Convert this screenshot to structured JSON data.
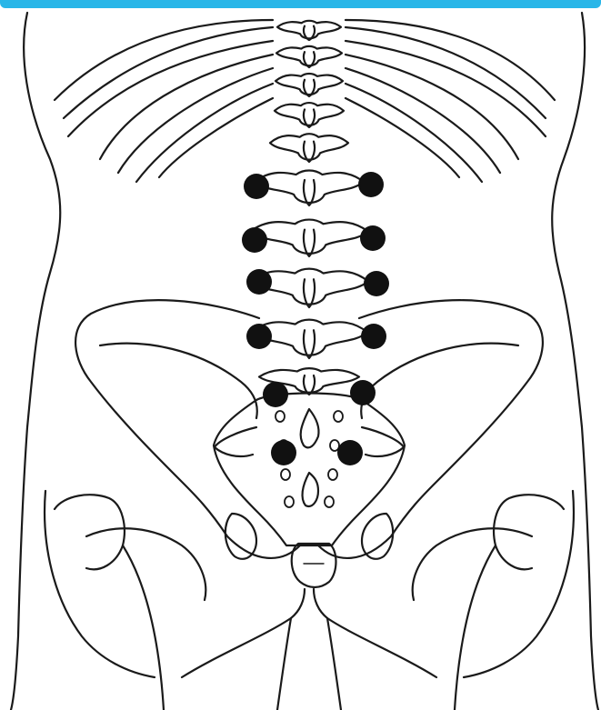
{
  "figure": {
    "border_color": "#29b6e8",
    "line_color": "#1a1a1a",
    "marker_color": "#111111",
    "background_color": "#ffffff"
  },
  "markers": {
    "left": [
      "marker-l1",
      "marker-l2",
      "marker-l3",
      "marker-l4",
      "marker-l5",
      "marker-s1-left"
    ],
    "right": [
      "marker-r1",
      "marker-r2",
      "marker-r3",
      "marker-r4",
      "marker-r5",
      "marker-s1-right"
    ],
    "count": 12
  }
}
